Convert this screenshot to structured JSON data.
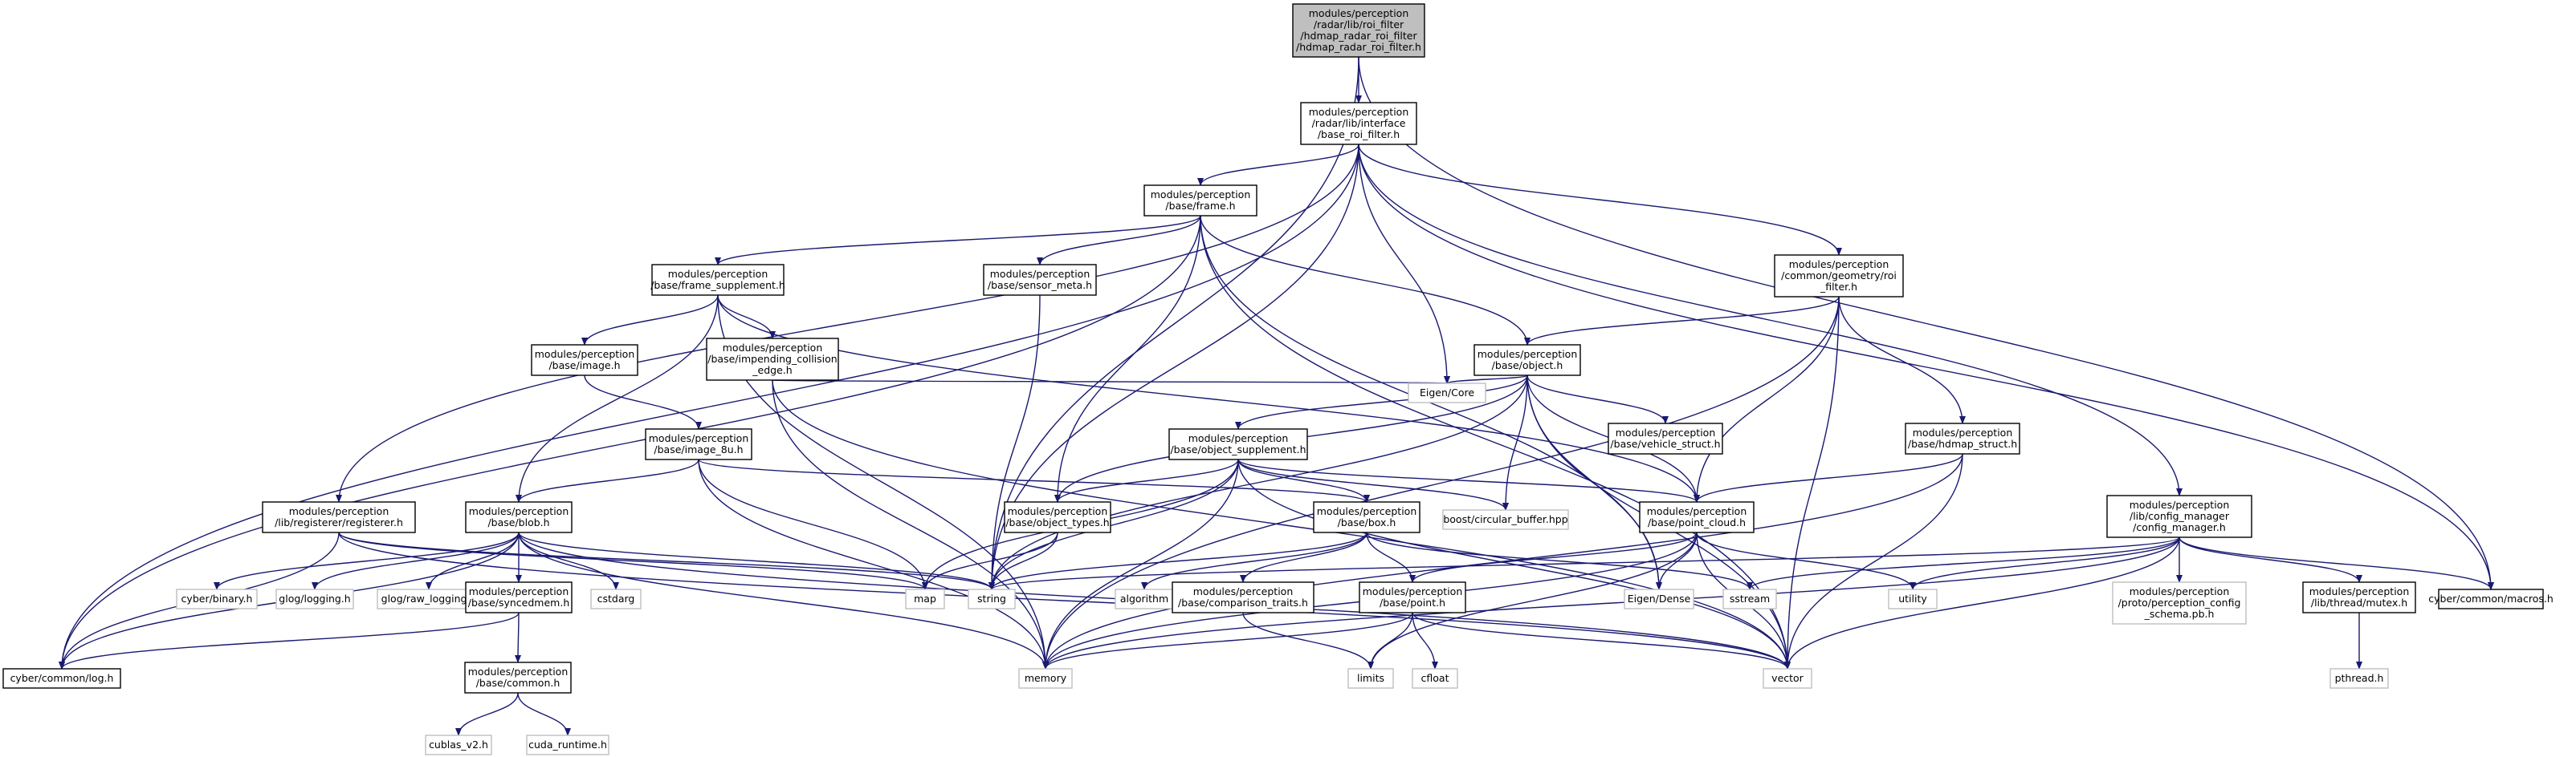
{
  "colors": {
    "edge": "#191970",
    "root_fill": "#bfbfbf",
    "documented_stroke": "#000000",
    "external_stroke": "#bfbfbf",
    "text": "#000000"
  },
  "nodes": [
    {
      "id": "root",
      "lines": [
        "modules/perception",
        "/radar/lib/roi_filter",
        "/hdmap_radar_roi_filter",
        "/hdmap_radar_roi_filter.h"
      ],
      "style": "root"
    },
    {
      "id": "base_roi",
      "lines": [
        "modules/perception",
        "/radar/lib/interface",
        "/base_roi_filter.h"
      ],
      "style": "documented"
    },
    {
      "id": "frame",
      "lines": [
        "modules/perception",
        "/base/frame.h"
      ],
      "style": "documented"
    },
    {
      "id": "roi_geom",
      "lines": [
        "modules/perception",
        "/common/geometry/roi",
        "_filter.h"
      ],
      "style": "documented"
    },
    {
      "id": "frame_supp",
      "lines": [
        "modules/perception",
        "/base/frame_supplement.h"
      ],
      "style": "documented"
    },
    {
      "id": "sensor_meta",
      "lines": [
        "modules/perception",
        "/base/sensor_meta.h"
      ],
      "style": "documented"
    },
    {
      "id": "object",
      "lines": [
        "modules/perception",
        "/base/object.h"
      ],
      "style": "documented"
    },
    {
      "id": "image",
      "lines": [
        "modules/perception",
        "/base/image.h"
      ],
      "style": "documented"
    },
    {
      "id": "impending",
      "lines": [
        "modules/perception",
        "/base/impending_collision",
        "_edge.h"
      ],
      "style": "documented"
    },
    {
      "id": "eigen_core",
      "lines": [
        "Eigen/Core"
      ],
      "style": "external"
    },
    {
      "id": "vehicle",
      "lines": [
        "modules/perception",
        "/base/vehicle_struct.h"
      ],
      "style": "documented"
    },
    {
      "id": "hdmap_struct",
      "lines": [
        "modules/perception",
        "/base/hdmap_struct.h"
      ],
      "style": "documented"
    },
    {
      "id": "image8u",
      "lines": [
        "modules/perception",
        "/base/image_8u.h"
      ],
      "style": "documented"
    },
    {
      "id": "obj_supp",
      "lines": [
        "modules/perception",
        "/base/object_supplement.h"
      ],
      "style": "documented"
    },
    {
      "id": "registerer",
      "lines": [
        "modules/perception",
        "/lib/registerer/registerer.h"
      ],
      "style": "documented"
    },
    {
      "id": "blob",
      "lines": [
        "modules/perception",
        "/base/blob.h"
      ],
      "style": "documented"
    },
    {
      "id": "obj_types",
      "lines": [
        "modules/perception",
        "/base/object_types.h"
      ],
      "style": "documented"
    },
    {
      "id": "box",
      "lines": [
        "modules/perception",
        "/base/box.h"
      ],
      "style": "documented"
    },
    {
      "id": "circ_buf",
      "lines": [
        "boost/circular_buffer.hpp"
      ],
      "style": "external"
    },
    {
      "id": "point_cloud",
      "lines": [
        "modules/perception",
        "/base/point_cloud.h"
      ],
      "style": "documented"
    },
    {
      "id": "config_mgr",
      "lines": [
        "modules/perception",
        "/lib/config_manager",
        "/config_manager.h"
      ],
      "style": "documented"
    },
    {
      "id": "cyber_binary",
      "lines": [
        "cyber/binary.h"
      ],
      "style": "external"
    },
    {
      "id": "glog_logging",
      "lines": [
        "glog/logging.h"
      ],
      "style": "external"
    },
    {
      "id": "glog_raw",
      "lines": [
        "glog/raw_logging.h"
      ],
      "style": "external"
    },
    {
      "id": "syncedmem",
      "lines": [
        "modules/perception",
        "/base/syncedmem.h"
      ],
      "style": "documented"
    },
    {
      "id": "cstdarg",
      "lines": [
        "cstdarg"
      ],
      "style": "external"
    },
    {
      "id": "map",
      "lines": [
        "map"
      ],
      "style": "external"
    },
    {
      "id": "string",
      "lines": [
        "string"
      ],
      "style": "external"
    },
    {
      "id": "algorithm",
      "lines": [
        "algorithm"
      ],
      "style": "external"
    },
    {
      "id": "comparison",
      "lines": [
        "modules/perception",
        "/base/comparison_traits.h"
      ],
      "style": "documented"
    },
    {
      "id": "point",
      "lines": [
        "modules/perception",
        "/base/point.h"
      ],
      "style": "documented"
    },
    {
      "id": "eigen_dense",
      "lines": [
        "Eigen/Dense"
      ],
      "style": "external"
    },
    {
      "id": "sstream",
      "lines": [
        "sstream"
      ],
      "style": "external"
    },
    {
      "id": "utility",
      "lines": [
        "utility"
      ],
      "style": "external"
    },
    {
      "id": "proto_cfg",
      "lines": [
        "modules/perception",
        "/proto/perception_config",
        "_schema.pb.h"
      ],
      "style": "external"
    },
    {
      "id": "mutex",
      "lines": [
        "modules/perception",
        "/lib/thread/mutex.h"
      ],
      "style": "documented"
    },
    {
      "id": "cyber_macros",
      "lines": [
        "cyber/common/macros.h"
      ],
      "style": "documented"
    },
    {
      "id": "cyber_log",
      "lines": [
        "cyber/common/log.h"
      ],
      "style": "documented"
    },
    {
      "id": "common",
      "lines": [
        "modules/perception",
        "/base/common.h"
      ],
      "style": "documented"
    },
    {
      "id": "memory",
      "lines": [
        "memory"
      ],
      "style": "external"
    },
    {
      "id": "limits",
      "lines": [
        "limits"
      ],
      "style": "external"
    },
    {
      "id": "cfloat",
      "lines": [
        "cfloat"
      ],
      "style": "external"
    },
    {
      "id": "vector",
      "lines": [
        "vector"
      ],
      "style": "external"
    },
    {
      "id": "pthread",
      "lines": [
        "pthread.h"
      ],
      "style": "external"
    },
    {
      "id": "cublas",
      "lines": [
        "cublas_v2.h"
      ],
      "style": "external"
    },
    {
      "id": "cuda_rt",
      "lines": [
        "cuda_runtime.h"
      ],
      "style": "external"
    }
  ],
  "edges": [
    [
      "root",
      "base_roi"
    ],
    [
      "root",
      "string"
    ],
    [
      "root",
      "cyber_macros"
    ],
    [
      "base_roi",
      "frame"
    ],
    [
      "base_roi",
      "roi_geom"
    ],
    [
      "base_roi",
      "registerer"
    ],
    [
      "base_roi",
      "config_mgr"
    ],
    [
      "base_roi",
      "cyber_log"
    ],
    [
      "base_roi",
      "eigen_core"
    ],
    [
      "base_roi",
      "string"
    ],
    [
      "base_roi",
      "cyber_macros"
    ],
    [
      "frame",
      "frame_supp"
    ],
    [
      "frame",
      "sensor_meta"
    ],
    [
      "frame",
      "object"
    ],
    [
      "frame",
      "obj_types"
    ],
    [
      "frame",
      "eigen_dense"
    ],
    [
      "frame",
      "vector"
    ],
    [
      "frame",
      "cyber_log"
    ],
    [
      "frame_supp",
      "image"
    ],
    [
      "frame_supp",
      "impending"
    ],
    [
      "frame_supp",
      "blob"
    ],
    [
      "frame_supp",
      "point_cloud"
    ],
    [
      "frame_supp",
      "memory"
    ],
    [
      "sensor_meta",
      "string"
    ],
    [
      "roi_geom",
      "object"
    ],
    [
      "roi_geom",
      "hdmap_struct"
    ],
    [
      "roi_geom",
      "point_cloud"
    ],
    [
      "roi_geom",
      "memory"
    ],
    [
      "roi_geom",
      "vector"
    ],
    [
      "object",
      "obj_supp"
    ],
    [
      "object",
      "vehicle"
    ],
    [
      "object",
      "eigen_core"
    ],
    [
      "object",
      "circ_buf"
    ],
    [
      "object",
      "point_cloud"
    ],
    [
      "object",
      "obj_types"
    ],
    [
      "object",
      "string"
    ],
    [
      "object",
      "vector"
    ],
    [
      "object",
      "eigen_dense"
    ],
    [
      "image",
      "image8u"
    ],
    [
      "impending",
      "eigen_core"
    ],
    [
      "impending",
      "memory"
    ],
    [
      "impending",
      "vector"
    ],
    [
      "hdmap_struct",
      "point_cloud"
    ],
    [
      "hdmap_struct",
      "memory"
    ],
    [
      "hdmap_struct",
      "vector"
    ],
    [
      "image8u",
      "blob"
    ],
    [
      "image8u",
      "box"
    ],
    [
      "image8u",
      "map"
    ],
    [
      "image8u",
      "memory"
    ],
    [
      "obj_supp",
      "box"
    ],
    [
      "obj_supp",
      "obj_types"
    ],
    [
      "obj_supp",
      "circ_buf"
    ],
    [
      "obj_supp",
      "point_cloud"
    ],
    [
      "obj_supp",
      "memory"
    ],
    [
      "obj_supp",
      "string"
    ],
    [
      "obj_supp",
      "vector"
    ],
    [
      "obj_supp",
      "map"
    ],
    [
      "registerer",
      "map"
    ],
    [
      "registerer",
      "string"
    ],
    [
      "registerer",
      "vector"
    ],
    [
      "registerer",
      "cyber_log"
    ],
    [
      "blob",
      "cyber_binary"
    ],
    [
      "blob",
      "glog_logging"
    ],
    [
      "blob",
      "glog_raw"
    ],
    [
      "blob",
      "syncedmem"
    ],
    [
      "blob",
      "cstdarg"
    ],
    [
      "blob",
      "string"
    ],
    [
      "blob",
      "memory"
    ],
    [
      "blob",
      "vector"
    ],
    [
      "blob",
      "cyber_log"
    ],
    [
      "obj_types",
      "map"
    ],
    [
      "obj_types",
      "string"
    ],
    [
      "box",
      "algorithm"
    ],
    [
      "box",
      "comparison"
    ],
    [
      "box",
      "point"
    ],
    [
      "box",
      "sstream"
    ],
    [
      "box",
      "string"
    ],
    [
      "point_cloud",
      "point"
    ],
    [
      "point_cloud",
      "eigen_dense"
    ],
    [
      "point_cloud",
      "utility"
    ],
    [
      "point_cloud",
      "memory"
    ],
    [
      "point_cloud",
      "limits"
    ],
    [
      "point_cloud",
      "vector"
    ],
    [
      "config_mgr",
      "proto_cfg"
    ],
    [
      "config_mgr",
      "mutex"
    ],
    [
      "config_mgr",
      "cyber_macros"
    ],
    [
      "config_mgr",
      "sstream"
    ],
    [
      "config_mgr",
      "utility"
    ],
    [
      "config_mgr",
      "string"
    ],
    [
      "config_mgr",
      "memory"
    ],
    [
      "config_mgr",
      "vector"
    ],
    [
      "syncedmem",
      "common"
    ],
    [
      "syncedmem",
      "cyber_log"
    ],
    [
      "comparison",
      "limits"
    ],
    [
      "point",
      "limits"
    ],
    [
      "point",
      "cfloat"
    ],
    [
      "point",
      "memory"
    ],
    [
      "point",
      "vector"
    ],
    [
      "mutex",
      "pthread"
    ],
    [
      "common",
      "cublas"
    ],
    [
      "common",
      "cuda_rt"
    ]
  ]
}
